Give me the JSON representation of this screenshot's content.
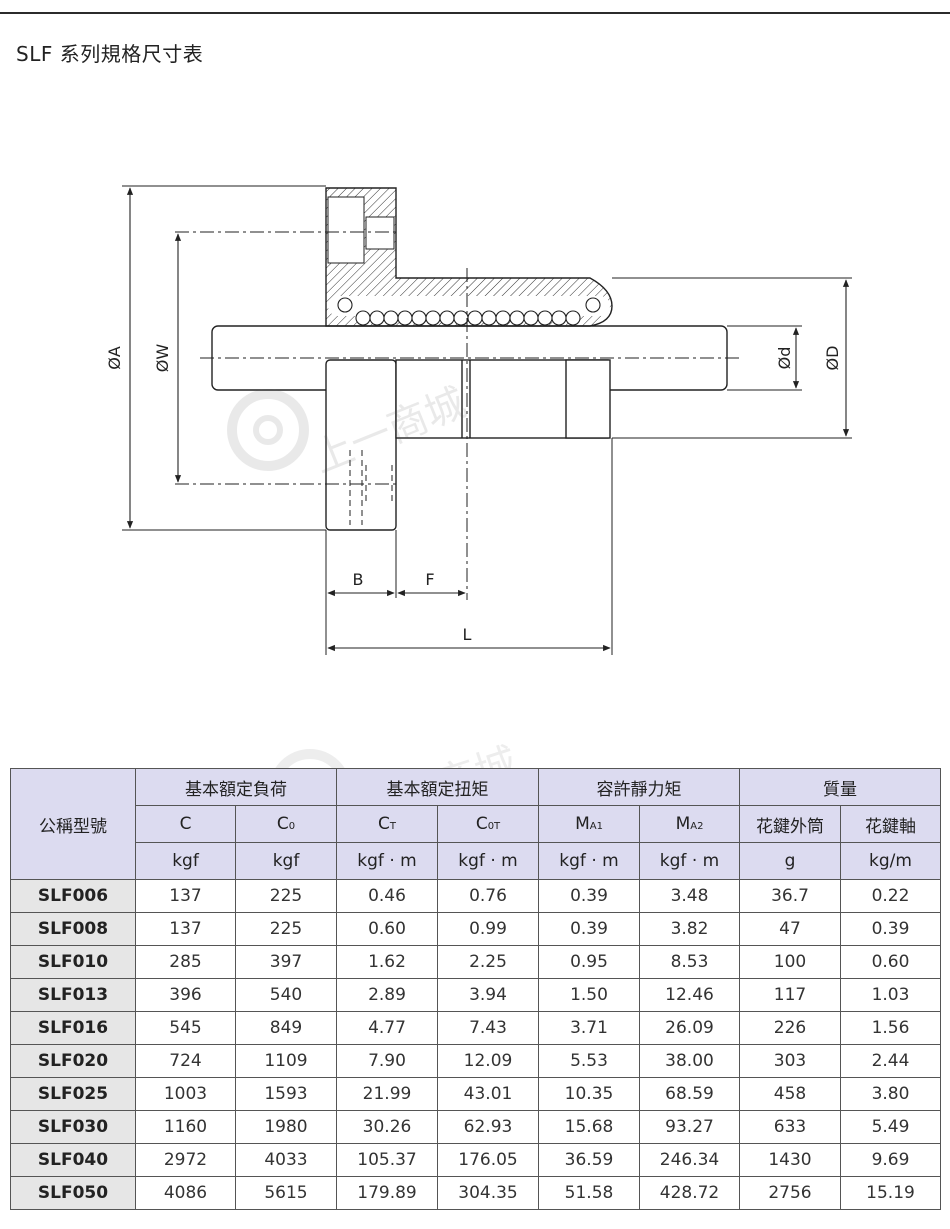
{
  "page": {
    "title": "SLF 系列規格尺寸表"
  },
  "diagram": {
    "labels": {
      "dia_A": "ØA",
      "dia_W": "ØW",
      "dia_d": "Ød",
      "dia_D": "ØD",
      "B": "B",
      "F": "F",
      "L": "L"
    },
    "watermark": "上一商城"
  },
  "table": {
    "model_header": "公稱型號",
    "groups": [
      "基本額定負荷",
      "基本額定扭矩",
      "容許靜力矩",
      "質量"
    ],
    "symbols": [
      {
        "main": "C",
        "sub": ""
      },
      {
        "main": "C",
        "sub": "0"
      },
      {
        "main": "C",
        "sub": "T"
      },
      {
        "main": "C",
        "sub": "0T"
      },
      {
        "main": "M",
        "sub": "A1"
      },
      {
        "main": "M",
        "sub": "A2"
      },
      {
        "main": "花鍵外筒",
        "sub": ""
      },
      {
        "main": "花鍵軸",
        "sub": ""
      }
    ],
    "units": [
      "kgf",
      "kgf",
      "kgf · m",
      "kgf · m",
      "kgf · m",
      "kgf · m",
      "g",
      "kg/m"
    ],
    "rows": [
      {
        "model": "SLF006",
        "values": [
          "137",
          "225",
          "0.46",
          "0.76",
          "0.39",
          "3.48",
          "36.7",
          "0.22"
        ]
      },
      {
        "model": "SLF008",
        "values": [
          "137",
          "225",
          "0.60",
          "0.99",
          "0.39",
          "3.82",
          "47",
          "0.39"
        ]
      },
      {
        "model": "SLF010",
        "values": [
          "285",
          "397",
          "1.62",
          "2.25",
          "0.95",
          "8.53",
          "100",
          "0.60"
        ]
      },
      {
        "model": "SLF013",
        "values": [
          "396",
          "540",
          "2.89",
          "3.94",
          "1.50",
          "12.46",
          "117",
          "1.03"
        ]
      },
      {
        "model": "SLF016",
        "values": [
          "545",
          "849",
          "4.77",
          "7.43",
          "3.71",
          "26.09",
          "226",
          "1.56"
        ]
      },
      {
        "model": "SLF020",
        "values": [
          "724",
          "1109",
          "7.90",
          "12.09",
          "5.53",
          "38.00",
          "303",
          "2.44"
        ]
      },
      {
        "model": "SLF025",
        "values": [
          "1003",
          "1593",
          "21.99",
          "43.01",
          "10.35",
          "68.59",
          "458",
          "3.80"
        ]
      },
      {
        "model": "SLF030",
        "values": [
          "1160",
          "1980",
          "30.26",
          "62.93",
          "15.68",
          "93.27",
          "633",
          "5.49"
        ]
      },
      {
        "model": "SLF040",
        "values": [
          "2972",
          "4033",
          "105.37",
          "176.05",
          "36.59",
          "246.34",
          "1430",
          "9.69"
        ]
      },
      {
        "model": "SLF050",
        "values": [
          "4086",
          "5615",
          "179.89",
          "304.35",
          "51.58",
          "428.72",
          "2756",
          "15.19"
        ]
      }
    ]
  }
}
